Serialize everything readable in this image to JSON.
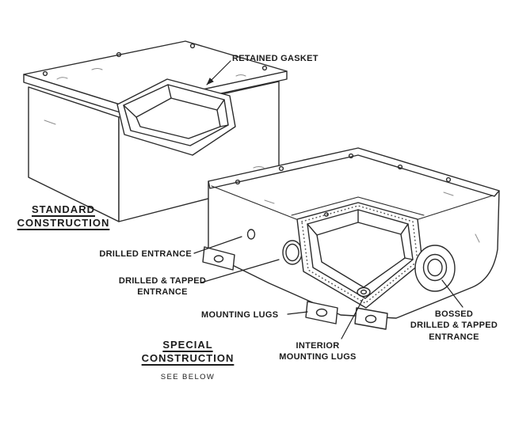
{
  "canvas": {
    "background": "#ffffff",
    "ink_color": "#2b2b2b",
    "text_color": "#1b1b1b"
  },
  "labels": {
    "retained_gasket": "RETAINED GASKET",
    "standard_construction": {
      "line1": "STANDARD",
      "line2": "CONSTRUCTION"
    },
    "drilled_entrance": "DRILLED ENTRANCE",
    "drilled_tapped_entrance": {
      "line1": "DRILLED & TAPPED",
      "line2": "ENTRANCE"
    },
    "mounting_lugs": "MOUNTING LUGS",
    "special_construction": {
      "line1": "SPECIAL",
      "line2": "CONSTRUCTION",
      "note": "SEE BELOW"
    },
    "interior_mounting_lugs": {
      "line1": "INTERIOR",
      "line2": "MOUNTING LUGS"
    },
    "bossed_entrance": {
      "line1": "BOSSED",
      "line2": "DRILLED & TAPPED",
      "line3": "ENTRANCE"
    }
  }
}
